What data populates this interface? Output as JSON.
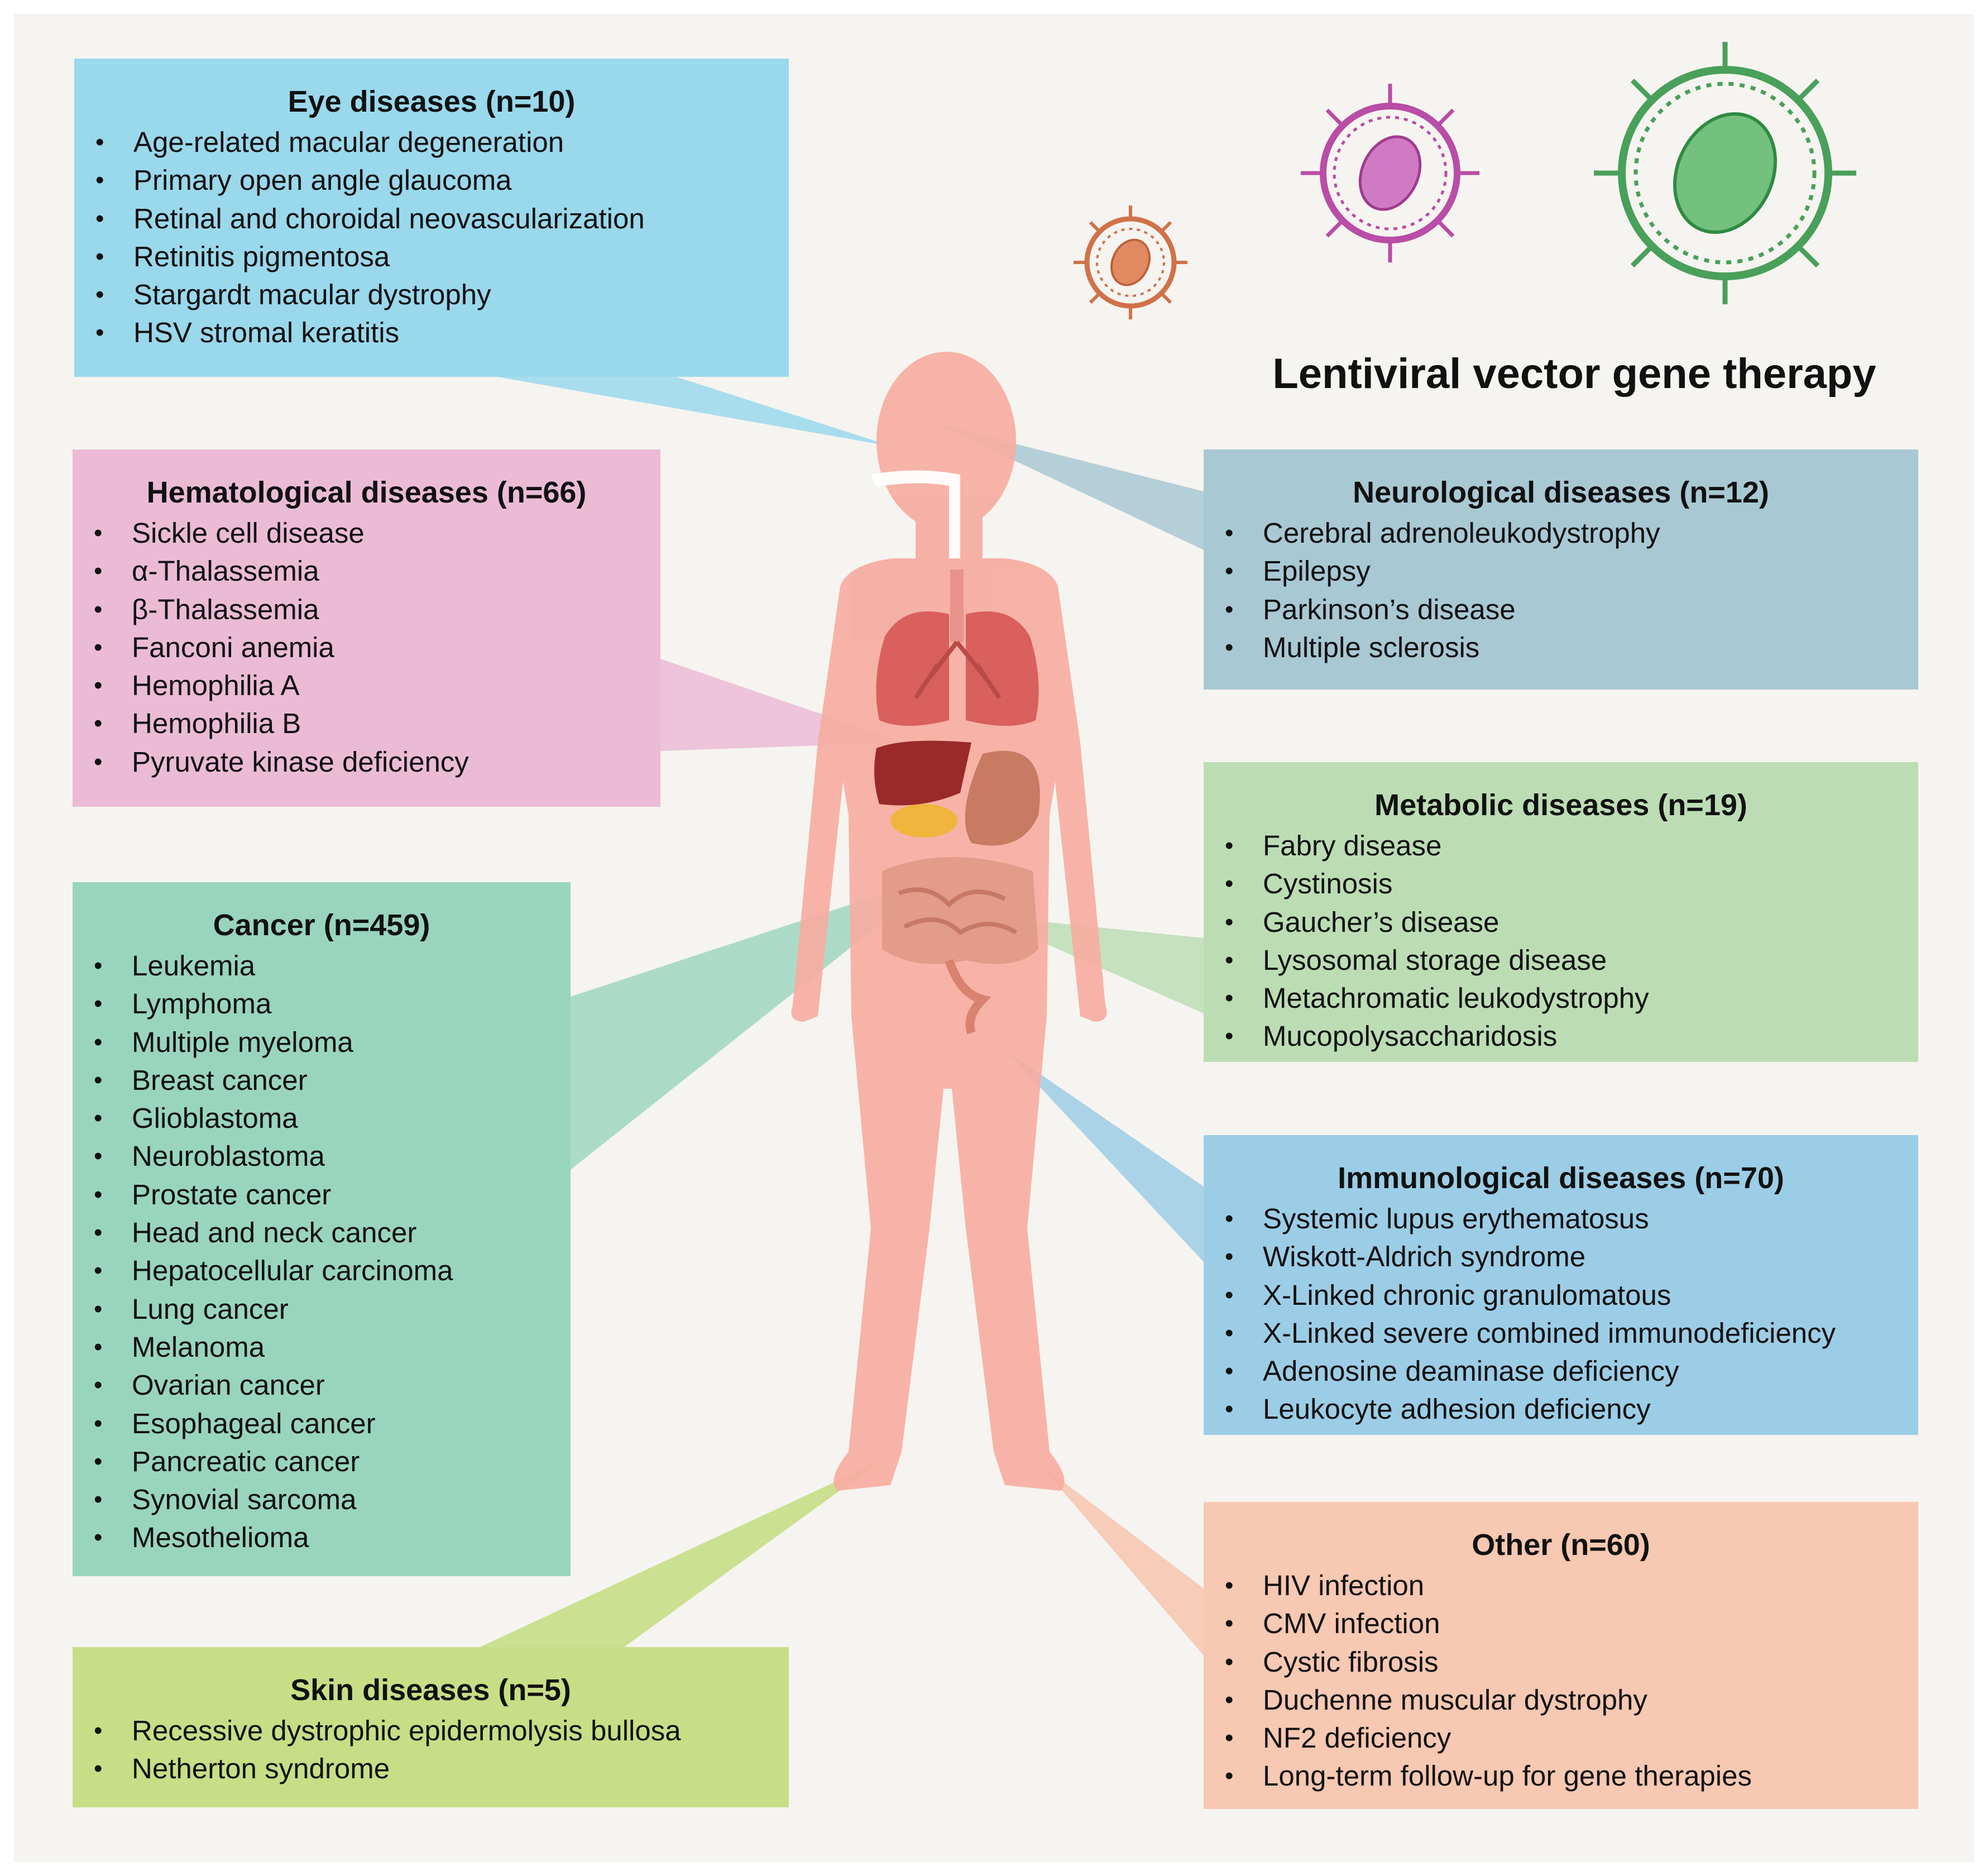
{
  "title": "Lentiviral vector gene therapy",
  "colors": {
    "eye": "#9ad8ec",
    "hematological": "#ebbbd6",
    "cancer": "#99d5be",
    "skin": "#c7de86",
    "neurological": "#a8c8d3",
    "metabolic": "#bcddb4",
    "immunological": "#9ccde6",
    "other": "#f7c8b2",
    "body": "#f6aca1"
  },
  "icons": [
    "small-virus-icon",
    "medium-virus-icon",
    "large-virus-icon",
    "human-body-silhouette",
    "lungs-icon",
    "liver-icon",
    "stomach-icon",
    "intestines-icon"
  ],
  "categories": {
    "eye": {
      "heading": "Eye diseases (n=10)",
      "items": [
        "Age-related macular degeneration",
        "Primary open angle glaucoma",
        "Retinal and choroidal neovascularization",
        "Retinitis pigmentosa",
        "Stargardt macular dystrophy",
        "HSV stromal keratitis"
      ]
    },
    "hematological": {
      "heading": "Hematological diseases (n=66)",
      "items": [
        "Sickle cell disease",
        "α-Thalassemia",
        "β-Thalassemia",
        "Fanconi anemia",
        "Hemophilia A",
        "Hemophilia B",
        "Pyruvate kinase deficiency"
      ]
    },
    "cancer": {
      "heading": "Cancer (n=459)",
      "items": [
        "Leukemia",
        "Lymphoma",
        "Multiple myeloma",
        "Breast cancer",
        "Glioblastoma",
        "Neuroblastoma",
        "Prostate cancer",
        "Head and neck cancer",
        "Hepatocellular carcinoma",
        "Lung cancer",
        "Melanoma",
        "Ovarian cancer",
        "Esophageal cancer",
        "Pancreatic cancer",
        "Synovial sarcoma",
        "Mesothelioma"
      ]
    },
    "skin": {
      "heading": "Skin diseases (n=5)",
      "items": [
        "Recessive dystrophic epidermolysis bullosa",
        "Netherton syndrome"
      ]
    },
    "neurological": {
      "heading": "Neurological diseases (n=12)",
      "items": [
        "Cerebral adrenoleukodystrophy",
        "Epilepsy",
        "Parkinson’s disease",
        "Multiple sclerosis"
      ]
    },
    "metabolic": {
      "heading": "Metabolic diseases (n=19)",
      "items": [
        "Fabry disease",
        "Cystinosis",
        "Gaucher’s disease",
        "Lysosomal storage disease",
        "Metachromatic leukodystrophy",
        "Mucopolysaccharidosis"
      ]
    },
    "immunological": {
      "heading": "Immunological diseases (n=70)",
      "items": [
        "Systemic lupus erythematosus",
        "Wiskott-Aldrich syndrome",
        "X-Linked chronic granulomatous",
        "X-Linked severe combined immunodeficiency",
        "Adenosine deaminase deficiency",
        "Leukocyte adhesion deficiency"
      ]
    },
    "other": {
      "heading": "Other (n=60)",
      "items": [
        "HIV infection",
        "CMV infection",
        "Cystic fibrosis",
        "Duchenne muscular dystrophy",
        "NF2 deficiency",
        "Long-term follow-up for gene therapies"
      ]
    }
  }
}
